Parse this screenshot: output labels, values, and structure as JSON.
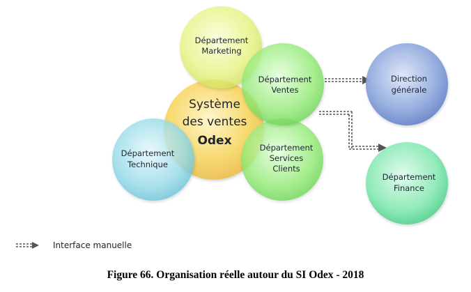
{
  "center": {
    "line1": "Système",
    "line2": "des ventes",
    "line3": "Odex"
  },
  "nodes": {
    "marketing": {
      "line1": "Département",
      "line2": "Marketing"
    },
    "ventes": {
      "line1": "Département",
      "line2": "Ventes"
    },
    "technique": {
      "line1": "Département",
      "line2": "Technique"
    },
    "services": {
      "line1": "Département",
      "line2": "Services",
      "line3": "Clients"
    },
    "direction": {
      "line1": "Direction",
      "line2": "générale"
    },
    "finance": {
      "line1": "Département",
      "line2": "Finance"
    }
  },
  "legend": {
    "label": "Interface manuelle"
  },
  "caption": "Figure 66. Organisation réelle autour du SI Odex - 2018",
  "colors": {
    "center": "#f5d15c",
    "marketing": "#e3f07a",
    "green": "#8ee870",
    "technique": "#8fd6e4",
    "direction": "#8aa4dc",
    "finance": "#86e8b2",
    "connector": "#555555"
  }
}
